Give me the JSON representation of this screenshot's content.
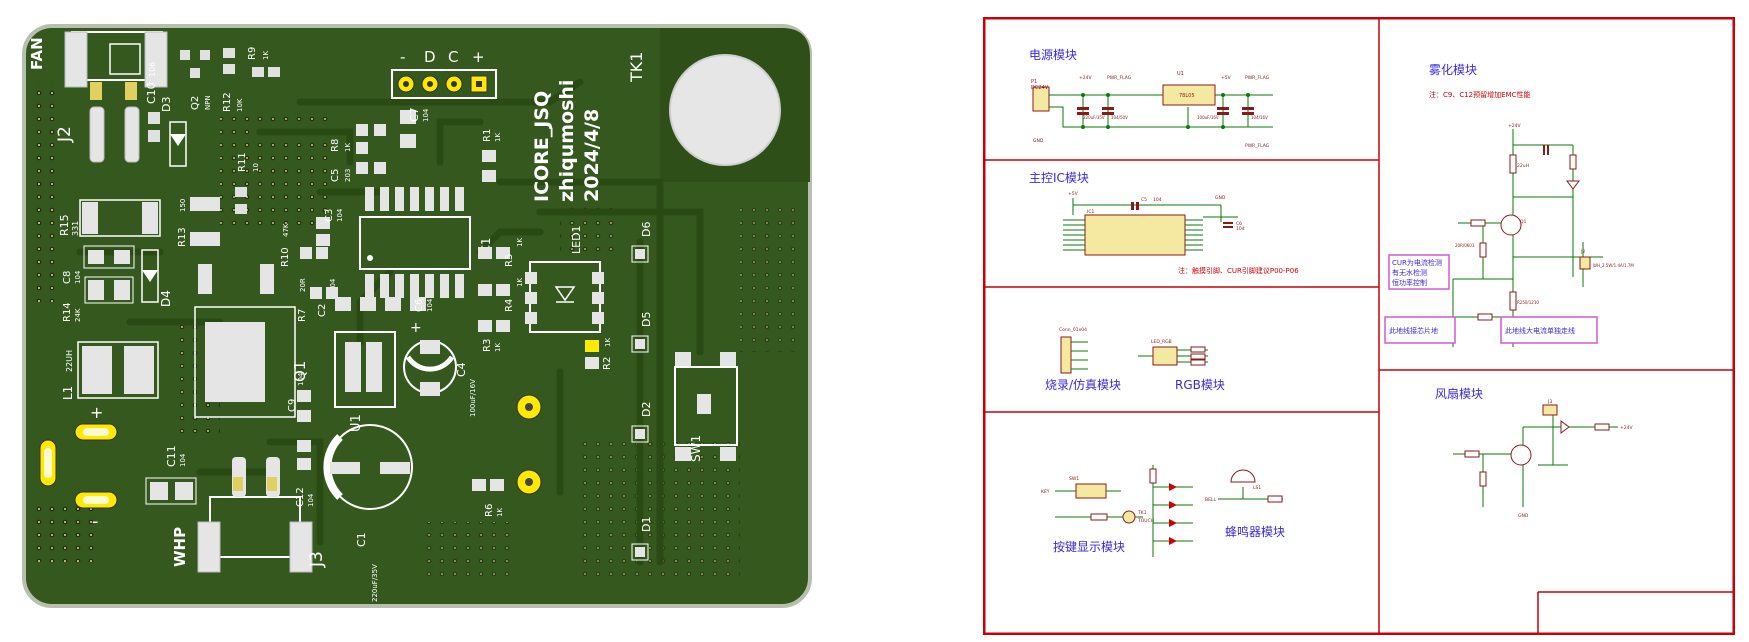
{
  "pcb": {
    "board_text": {
      "project": "ICORE_JSQ",
      "author": "zhiqumoshi",
      "date": "2024/4/8",
      "fan": "FAN",
      "whp": "WHP",
      "tk1": "TK1",
      "polarity_plus": "+",
      "polarity_minus": "-",
      "header_pins": [
        "-",
        "D",
        "C",
        "+"
      ]
    },
    "labels": {
      "j2": "J2",
      "j3": "J3",
      "c10": "C10",
      "c10v": "106",
      "d3": "D3",
      "q2": "Q2",
      "q2v": "NPN",
      "r12": "R12",
      "r12v": "10K",
      "r9": "R9",
      "r9v": "1K",
      "r11": "R11",
      "r11v": "10",
      "r15": "R15",
      "r15v": "331",
      "r13": "R13",
      "r13v": "150",
      "c8": "C8",
      "c8v": "104",
      "r14": "R14",
      "r14v": "24K",
      "d4": "D4",
      "l1": "L1",
      "l1v": "22UH",
      "q1": "Q1",
      "c11": "C11",
      "c11v": "104",
      "c9": "C9",
      "c9v": "104",
      "c12": "C12",
      "c12v": "104",
      "c1": "C1",
      "c1v": "220uF/35V",
      "u1": "U1",
      "c2": "C2",
      "c2v": "104",
      "c6": "C6",
      "c6v": "104",
      "c4": "C4",
      "c4v": "100uF/16V",
      "r10": "R10",
      "r10v": "47K",
      "r7": "R7",
      "r7v": "20R",
      "c5": "C5",
      "c5v": "203",
      "r8": "R8",
      "r8v": "1K",
      "c3": "C3",
      "c3v": "104",
      "ic1": "IC1",
      "c7": "C7",
      "c7v": "104",
      "r1": "R1",
      "r1v": "1K",
      "r5": "R5",
      "r5v": "1K",
      "r4": "R4",
      "r4v": "1K",
      "r3": "R3",
      "r3v": "1K",
      "led1": "LED1",
      "r2": "R2",
      "r2v": "1K",
      "d6": "D6",
      "d5": "D5",
      "d2": "D2",
      "d1": "D1",
      "sw1": "SW1",
      "r6": "R6",
      "r6v": "1K"
    }
  },
  "schematic": {
    "modules": {
      "power": "电源模块",
      "mcu": "主控IC模块",
      "prog": "烧录/仿真模块",
      "rgb": "RGB模块",
      "key": "按键显示模块",
      "buzzer": "蜂鸣器模块",
      "atomize": "雾化模块",
      "fan": "风扇模块"
    },
    "notes": {
      "atomize_note": "注：C9、C12预留增加EMC性能",
      "mcu_note": "注：触摸引脚、CUR引脚建议P00-P06",
      "cur_box": [
        "CUR为电流检测",
        "有无水检测",
        "恒功率控制"
      ],
      "gnd_chip": "此地线接芯片地",
      "gnd_power": "此地线大电流单独走线"
    },
    "small_labels": {
      "p1": "P1",
      "p1v": "DC24V",
      "u1": "U1",
      "u1v": "78L05",
      "c1v": "220uF/35V",
      "c2v": "104/50V",
      "c3v": "104/16V",
      "c4v": "100uF/16V",
      "pwr_flag": "PWR_FLAG",
      "v24": "+24V",
      "v5": "+5V",
      "gnd": "GND",
      "ic1": "IC1",
      "c5": "C5",
      "c5v": "104",
      "c6": "C6",
      "c6v": "104",
      "j1": "Conn_01x04",
      "led1": "LED_RGB",
      "sw1": "SW1",
      "tk1": "TK1",
      "touch": "TOUCH",
      "key": "KEY",
      "ls1": "LS1",
      "bell": "BELL",
      "l1": "22uH",
      "q1": "Q1",
      "j2": "J2",
      "j2v": "WH_2.5W/1.4A/1.7M",
      "r13v": "R250/1210",
      "r10v": "20R/0603",
      "j3": "J3"
    }
  }
}
